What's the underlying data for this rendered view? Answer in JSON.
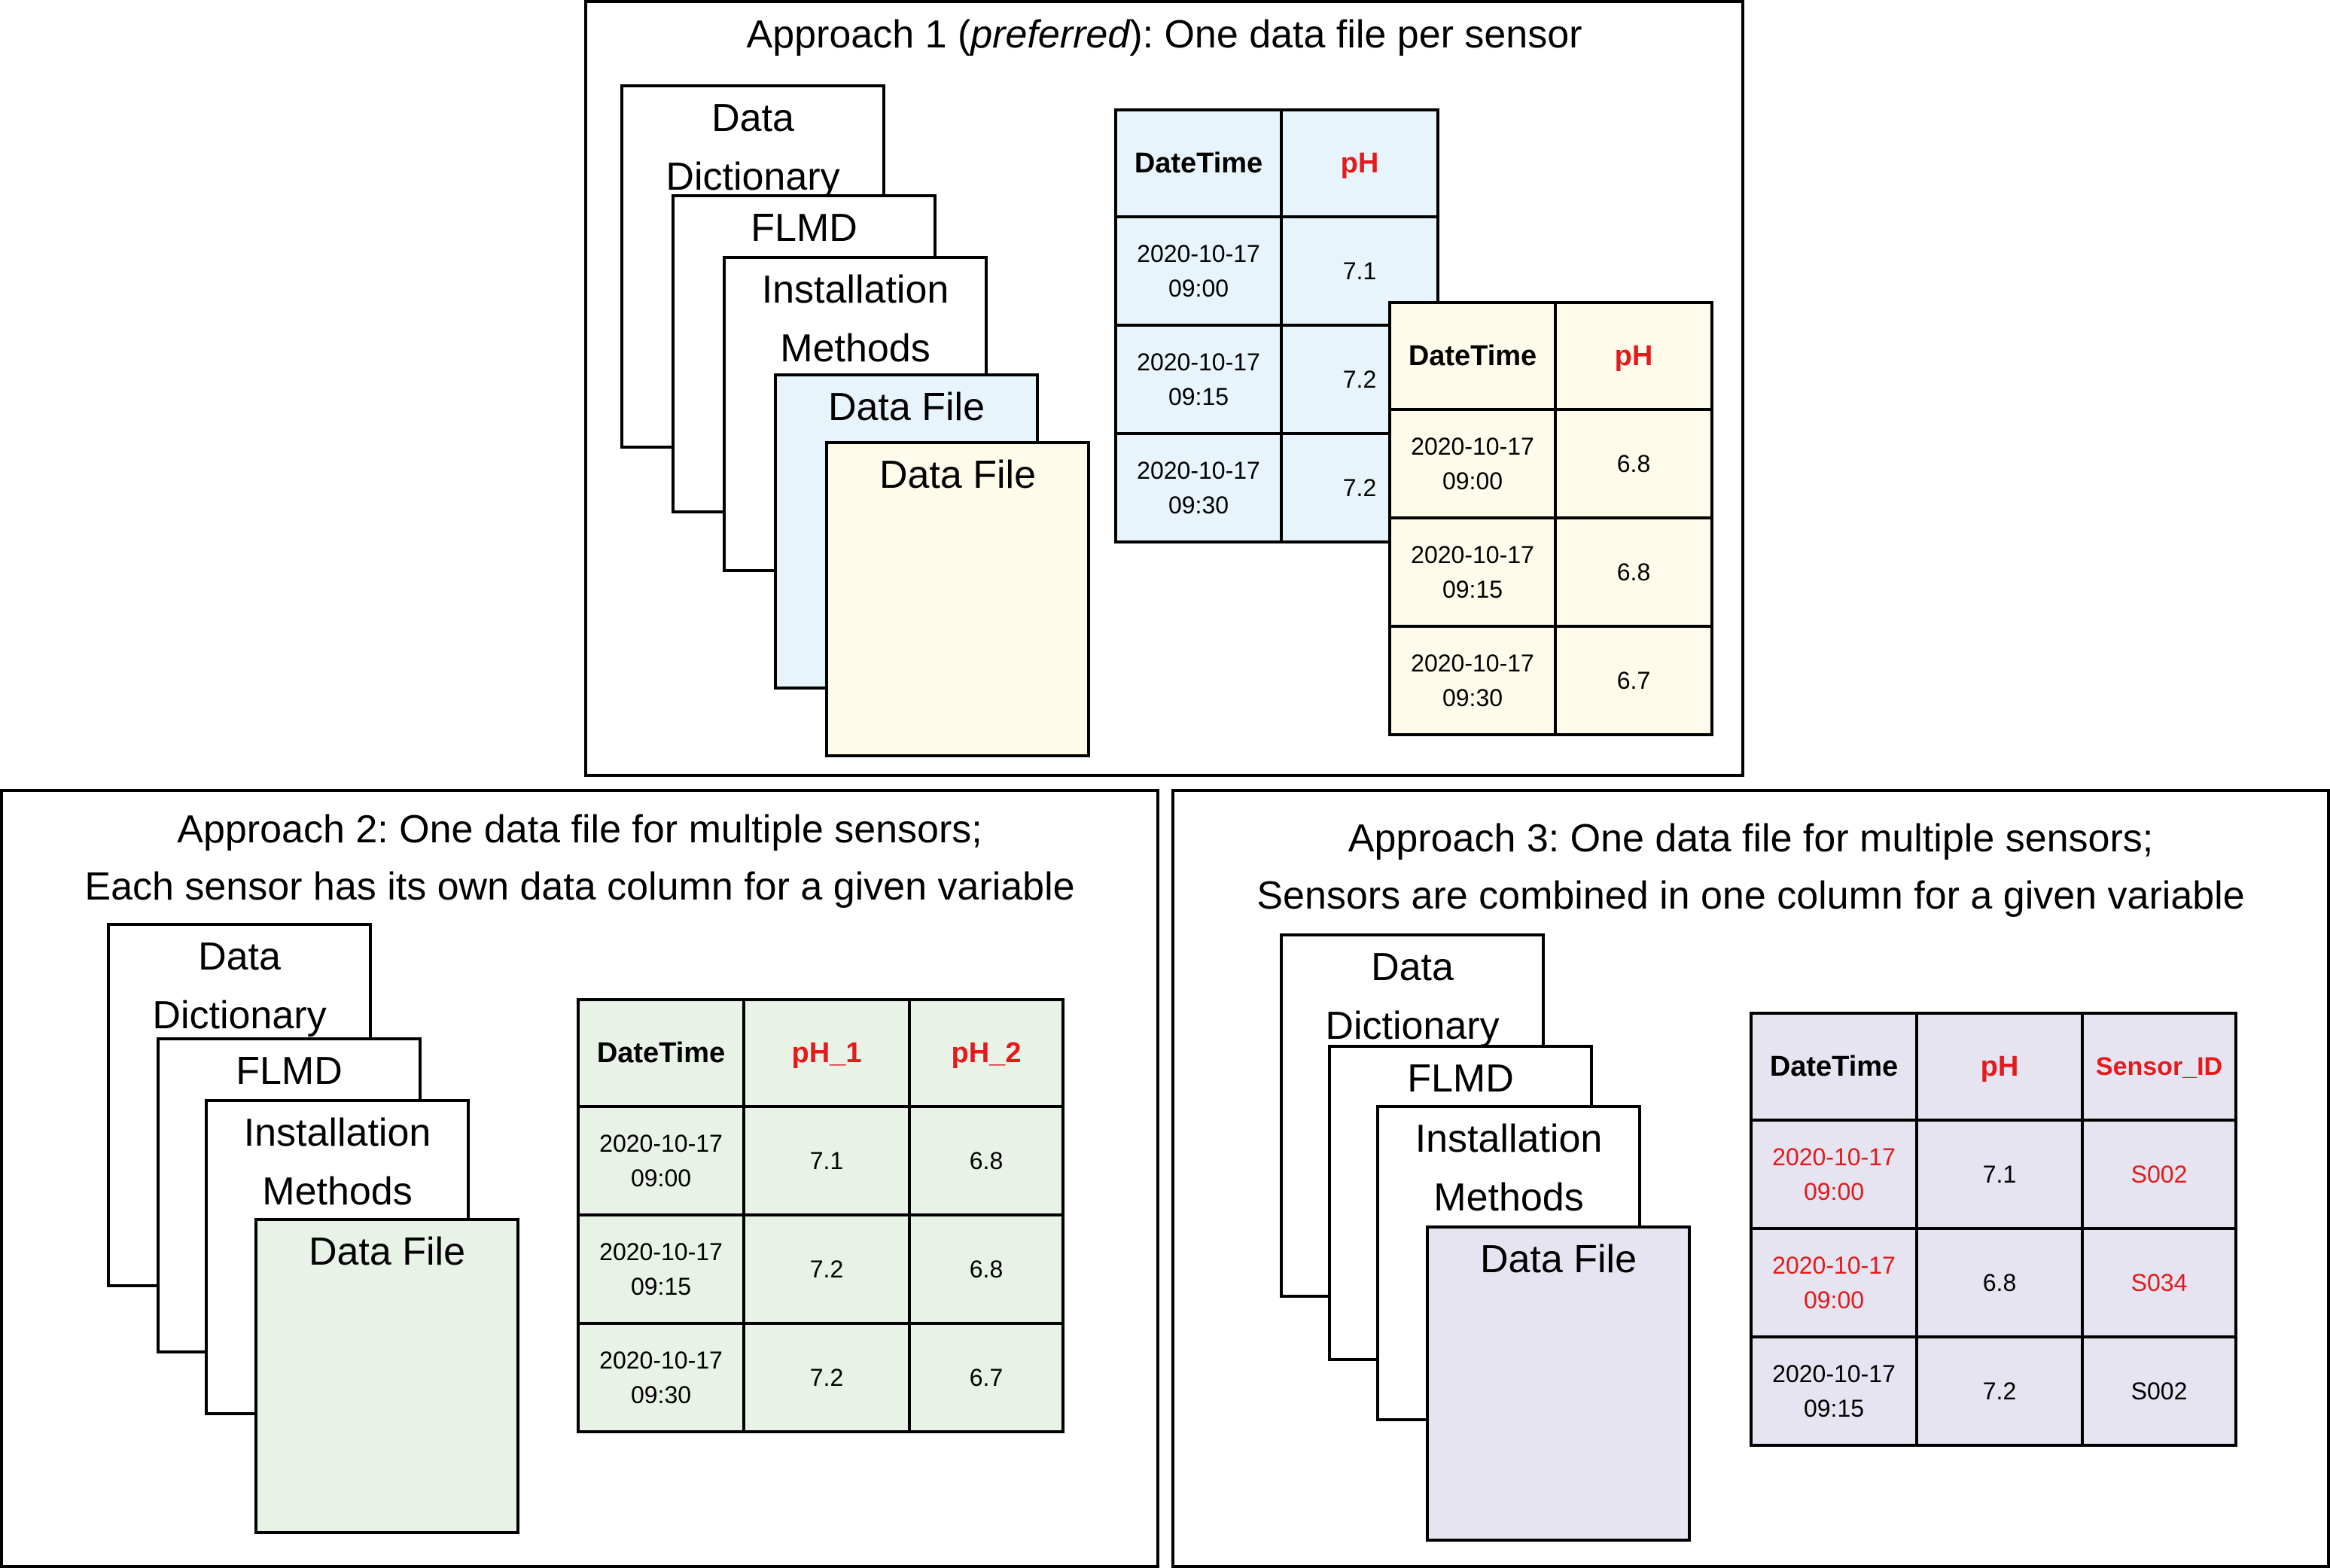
{
  "approach1": {
    "title_pre": "Approach 1 (",
    "title_em": "preferred",
    "title_post": "): One data file per sensor",
    "docs": {
      "data_dictionary": [
        "Data",
        "Dictionary"
      ],
      "flmd": "FLMD",
      "installation_methods": [
        "Installation",
        "Methods"
      ],
      "data_file_1": "Data File",
      "data_file_2": "Data File"
    },
    "table1": {
      "headers": [
        "DateTime",
        "pH"
      ],
      "rows": [
        [
          [
            "2020-10-17",
            "09:00"
          ],
          "7.1"
        ],
        [
          [
            "2020-10-17",
            "09:15"
          ],
          "7.2"
        ],
        [
          [
            "2020-10-17",
            "09:30"
          ],
          "7.2"
        ]
      ]
    },
    "table2": {
      "headers": [
        "DateTime",
        "pH"
      ],
      "rows": [
        [
          [
            "2020-10-17",
            "09:00"
          ],
          "6.8"
        ],
        [
          [
            "2020-10-17",
            "09:15"
          ],
          "6.8"
        ],
        [
          [
            "2020-10-17",
            "09:30"
          ],
          "6.7"
        ]
      ]
    }
  },
  "approach2": {
    "title_line1": "Approach 2: One data file for multiple sensors;",
    "title_line2": "Each sensor has its own data column for a given variable",
    "docs": {
      "data_dictionary": [
        "Data",
        "Dictionary"
      ],
      "flmd": "FLMD",
      "installation_methods": [
        "Installation",
        "Methods"
      ],
      "data_file": "Data File"
    },
    "table": {
      "headers": [
        "DateTime",
        "pH_1",
        "pH_2"
      ],
      "rows": [
        [
          [
            "2020-10-17",
            "09:00"
          ],
          "7.1",
          "6.8"
        ],
        [
          [
            "2020-10-17",
            "09:15"
          ],
          "7.2",
          "6.8"
        ],
        [
          [
            "2020-10-17",
            "09:30"
          ],
          "7.2",
          "6.7"
        ]
      ]
    }
  },
  "approach3": {
    "title_line1": "Approach 3: One data file for multiple sensors;",
    "title_line2": "Sensors are combined in one column for a given variable",
    "docs": {
      "data_dictionary": [
        "Data",
        "Dictionary"
      ],
      "flmd": "FLMD",
      "installation_methods": [
        "Installation",
        "Methods"
      ],
      "data_file": "Data File"
    },
    "table": {
      "headers": [
        "DateTime",
        "pH",
        "Sensor_ID"
      ],
      "rows": [
        [
          [
            "2020-10-17",
            "09:00"
          ],
          "7.1",
          "S002"
        ],
        [
          [
            "2020-10-17",
            "09:00"
          ],
          "6.8",
          "S034"
        ],
        [
          [
            "2020-10-17",
            "09:15"
          ],
          "7.2",
          "S002"
        ]
      ]
    }
  },
  "colors": {
    "highlight_red": "#e41a1c",
    "file_blue": "#e8f4fb",
    "file_yellow": "#fefbea",
    "file_green": "#e8f2e6",
    "file_lavender": "#e5e4f0"
  }
}
